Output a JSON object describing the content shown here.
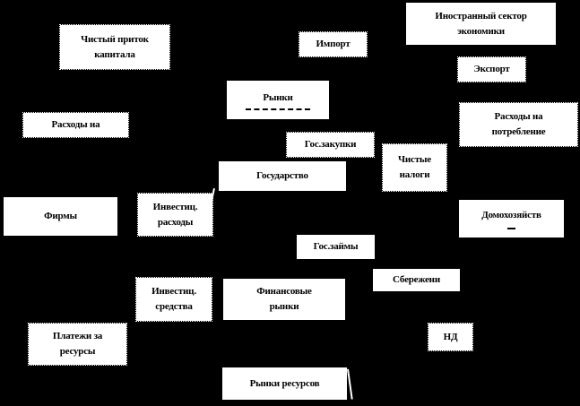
{
  "diagram": {
    "title": "Circular flow of income diagram (Russian)",
    "background_color": "#000000",
    "node_fill_color": "#ffffff",
    "node_text_color": "#000000",
    "nodes": [
      {
        "id": "chistyj-pritok-kapitala",
        "lines": [
          "Чистый приток",
          "капитала"
        ]
      },
      {
        "id": "import",
        "lines": [
          "Импорт"
        ]
      },
      {
        "id": "inostrannyj-sektor-ekonomiki",
        "lines": [
          "Иностранный сектор",
          "экономики"
        ]
      },
      {
        "id": "eksport",
        "lines": [
          "Экспорт"
        ]
      },
      {
        "id": "rynki",
        "lines": [
          "Рынки"
        ]
      },
      {
        "id": "raskhody-na",
        "lines": [
          "Расходы на"
        ]
      },
      {
        "id": "raskhody-na-potreblenie",
        "lines": [
          "Расходы на",
          "потребление"
        ]
      },
      {
        "id": "gos-zakupki",
        "lines": [
          "Гос.закупки"
        ]
      },
      {
        "id": "chistye-nalogi",
        "lines": [
          "Чистые",
          "налоги"
        ]
      },
      {
        "id": "gosudarstvo",
        "lines": [
          "Государство"
        ]
      },
      {
        "id": "firmy",
        "lines": [
          "Фирмы"
        ]
      },
      {
        "id": "investic-raskhody",
        "lines": [
          "Инвестиц.",
          "расходы"
        ]
      },
      {
        "id": "domokhozyajstv",
        "lines": [
          "Домохозяйств",
          "–"
        ]
      },
      {
        "id": "gos-zajmy",
        "lines": [
          "Гос.займы"
        ]
      },
      {
        "id": "sberezheni",
        "lines": [
          "Сбережени"
        ]
      },
      {
        "id": "investic-sredstva",
        "lines": [
          "Инвестиц.",
          "средства"
        ]
      },
      {
        "id": "finansovye-rynki",
        "lines": [
          "Финансовые",
          "рынки"
        ]
      },
      {
        "id": "nd",
        "lines": [
          "НД"
        ]
      },
      {
        "id": "platezhi-za-resursy",
        "lines": [
          "Платежи за",
          "ресурсы"
        ]
      },
      {
        "id": "rynki-resursov",
        "lines": [
          "Рынки ресурсов"
        ]
      }
    ]
  }
}
